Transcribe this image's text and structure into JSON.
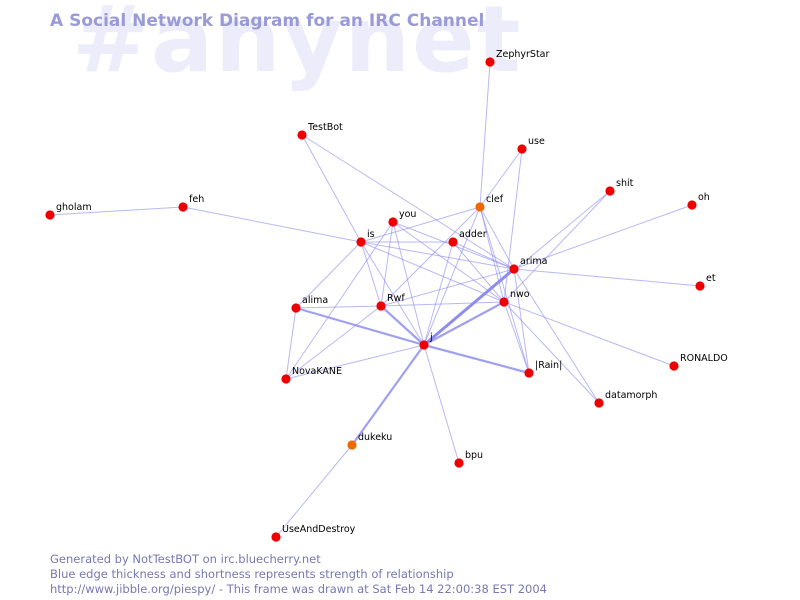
{
  "title": "A Social Network Diagram for an IRC Channel",
  "watermark": "#anynet",
  "footer": {
    "line1": "Generated by NotTestBOT on irc.bluecherry.net",
    "line2": "Blue edge thickness and shortness represents strength of relationship",
    "line3": "http://www.jibble.org/piespy/ - This frame was drawn at Sat Feb 14 22:00:38 EST 2004"
  },
  "colors": {
    "node": "#ee0000",
    "node_highlight": "#ee6a00",
    "edge": "#8888ee"
  },
  "nodes": [
    {
      "id": "ZephyrStar",
      "label": "ZephyrStar"
    },
    {
      "id": "TestBot",
      "label": "TestBot"
    },
    {
      "id": "use",
      "label": "use"
    },
    {
      "id": "shit",
      "label": "shit"
    },
    {
      "id": "oh",
      "label": "oh"
    },
    {
      "id": "gholam",
      "label": "gholam"
    },
    {
      "id": "feh",
      "label": "feh"
    },
    {
      "id": "clef",
      "label": "clef",
      "highlight": true
    },
    {
      "id": "you",
      "label": "you"
    },
    {
      "id": "is",
      "label": "is"
    },
    {
      "id": "adder",
      "label": "adder"
    },
    {
      "id": "arima",
      "label": "arima"
    },
    {
      "id": "et",
      "label": "et"
    },
    {
      "id": "alima",
      "label": "alima"
    },
    {
      "id": "Rwf",
      "label": "Rwf"
    },
    {
      "id": "nwo",
      "label": "nwo"
    },
    {
      "id": "j",
      "label": "j"
    },
    {
      "id": "Rain",
      "label": "|Rain|"
    },
    {
      "id": "RONALDO",
      "label": "RONALDO"
    },
    {
      "id": "NovaKANE",
      "label": "NovaKANE"
    },
    {
      "id": "datamorph",
      "label": "datamorph"
    },
    {
      "id": "dukeku",
      "label": "dukeku",
      "highlight": true
    },
    {
      "id": "bpu",
      "label": "bpu"
    },
    {
      "id": "UseAndDestroy",
      "label": "UseAndDestroy"
    }
  ],
  "edges": [
    {
      "from": "ZephyrStar",
      "to": "clef",
      "weight": 1
    },
    {
      "from": "gholam",
      "to": "feh",
      "weight": 1
    },
    {
      "from": "feh",
      "to": "is",
      "weight": 1
    },
    {
      "from": "TestBot",
      "to": "is",
      "weight": 1
    },
    {
      "from": "TestBot",
      "to": "arima",
      "weight": 1
    },
    {
      "from": "use",
      "to": "clef",
      "weight": 1
    },
    {
      "from": "use",
      "to": "nwo",
      "weight": 1
    },
    {
      "from": "shit",
      "to": "j",
      "weight": 1
    },
    {
      "from": "shit",
      "to": "nwo",
      "weight": 1
    },
    {
      "from": "oh",
      "to": "arima",
      "weight": 1
    },
    {
      "from": "et",
      "to": "arima",
      "weight": 1
    },
    {
      "from": "RONALDO",
      "to": "nwo",
      "weight": 1
    },
    {
      "from": "datamorph",
      "to": "arima",
      "weight": 1
    },
    {
      "from": "clef",
      "to": "is",
      "weight": 1
    },
    {
      "from": "clef",
      "to": "arima",
      "weight": 1
    },
    {
      "from": "clef",
      "to": "nwo",
      "weight": 1
    },
    {
      "from": "clef",
      "to": "j",
      "weight": 1
    },
    {
      "from": "clef",
      "to": "Rain",
      "weight": 1
    },
    {
      "from": "clef",
      "to": "Rwf",
      "weight": 1
    },
    {
      "from": "you",
      "to": "arima",
      "weight": 1
    },
    {
      "from": "you",
      "to": "nwo",
      "weight": 1
    },
    {
      "from": "you",
      "to": "j",
      "weight": 1
    },
    {
      "from": "you",
      "to": "Rwf",
      "weight": 1
    },
    {
      "from": "you",
      "to": "NovaKANE",
      "weight": 1
    },
    {
      "from": "is",
      "to": "adder",
      "weight": 1
    },
    {
      "from": "is",
      "to": "arima",
      "weight": 1
    },
    {
      "from": "is",
      "to": "nwo",
      "weight": 1
    },
    {
      "from": "is",
      "to": "alima",
      "weight": 1
    },
    {
      "from": "is",
      "to": "Rwf",
      "weight": 1
    },
    {
      "from": "is",
      "to": "j",
      "weight": 1
    },
    {
      "from": "adder",
      "to": "arima",
      "weight": 1
    },
    {
      "from": "adder",
      "to": "nwo",
      "weight": 1
    },
    {
      "from": "adder",
      "to": "j",
      "weight": 1
    },
    {
      "from": "arima",
      "to": "Rwf",
      "weight": 1
    },
    {
      "from": "arima",
      "to": "Rain",
      "weight": 1
    },
    {
      "from": "arima",
      "to": "j",
      "weight": 3
    },
    {
      "from": "nwo",
      "to": "Rwf",
      "weight": 1
    },
    {
      "from": "nwo",
      "to": "j",
      "weight": 2
    },
    {
      "from": "nwo",
      "to": "Rain",
      "weight": 1
    },
    {
      "from": "nwo",
      "to": "datamorph",
      "weight": 1
    },
    {
      "from": "Rwf",
      "to": "alima",
      "weight": 1
    },
    {
      "from": "Rwf",
      "to": "j",
      "weight": 2
    },
    {
      "from": "Rwf",
      "to": "NovaKANE",
      "weight": 1
    },
    {
      "from": "alima",
      "to": "j",
      "weight": 2
    },
    {
      "from": "alima",
      "to": "NovaKANE",
      "weight": 1
    },
    {
      "from": "j",
      "to": "Rain",
      "weight": 2
    },
    {
      "from": "j",
      "to": "bpu",
      "weight": 1
    },
    {
      "from": "j",
      "to": "dukeku",
      "weight": 2
    },
    {
      "from": "j",
      "to": "NovaKANE",
      "weight": 1
    },
    {
      "from": "dukeku",
      "to": "UseAndDestroy",
      "weight": 1
    }
  ]
}
